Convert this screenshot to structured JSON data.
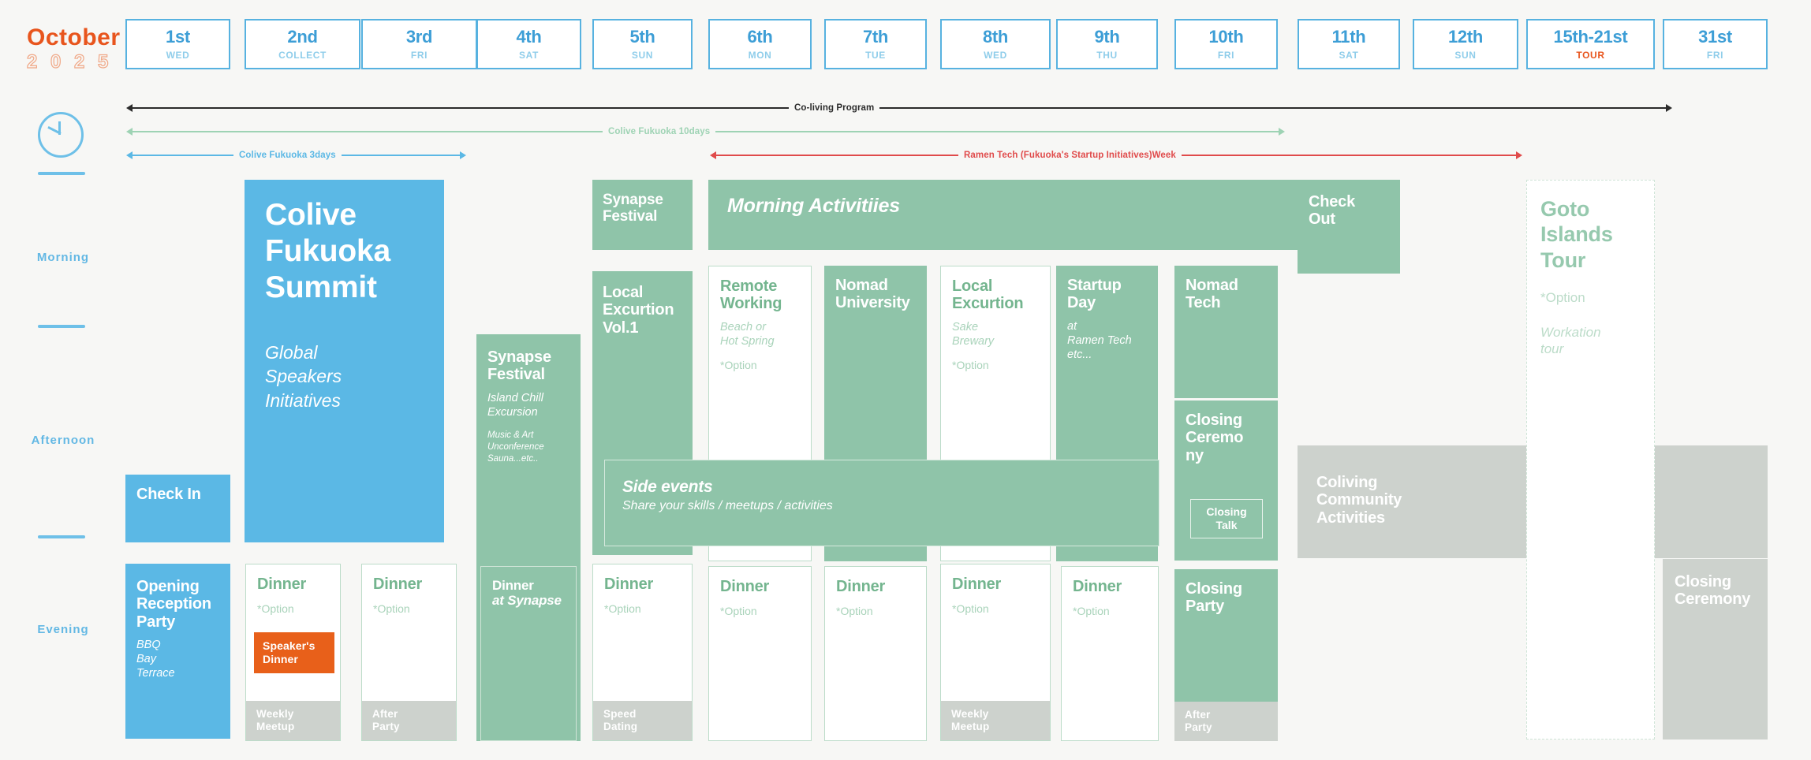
{
  "header": {
    "month": "October",
    "year": "2 0 2 5",
    "days": [
      {
        "num": "1st",
        "wd": "WED",
        "tour": false
      },
      {
        "num": "2nd",
        "wd": "COLLECT",
        "tour": false
      },
      {
        "num": "3rd",
        "wd": "FRI",
        "tour": false
      },
      {
        "num": "4th",
        "wd": "SAT",
        "tour": false
      },
      {
        "num": "5th",
        "wd": "SUN",
        "tour": false
      },
      {
        "num": "6th",
        "wd": "MON",
        "tour": false
      },
      {
        "num": "7th",
        "wd": "TUE",
        "tour": false
      },
      {
        "num": "8th",
        "wd": "WED",
        "tour": false
      },
      {
        "num": "9th",
        "wd": "THU",
        "tour": false
      },
      {
        "num": "10th",
        "wd": "FRI",
        "tour": false
      },
      {
        "num": "11th",
        "wd": "SAT",
        "tour": false
      },
      {
        "num": "12th",
        "wd": "SUN",
        "tour": false
      },
      {
        "num": "15th-21st",
        "wd": "TOUR",
        "tour": true
      },
      {
        "num": "31st",
        "wd": "FRI",
        "tour": false
      }
    ]
  },
  "timelines": [
    {
      "label": "Co-living Program",
      "color": "#2b2b2b"
    },
    {
      "label": "Colive Fukuoka 10days",
      "color": "#9ed3b4"
    },
    {
      "label": "Colive Fukuoka 3days",
      "color": "#5bb8e5"
    },
    {
      "label": "Ramen Tech (Fukuoka's Startup Initiatives)Week",
      "color": "#e04b4b"
    }
  ],
  "rail": {
    "icon": "clock-icon",
    "slots": [
      "Morning",
      "Afternoon",
      "Evening"
    ]
  },
  "blocks": {
    "check_in": {
      "title": "Check In"
    },
    "summit": {
      "title": "Colive\nFukuoka\nSummit",
      "sub": "Global\nSpeakers\nInitiatives"
    },
    "synapse_head": {
      "title": "Synapse\nFestival"
    },
    "synapse_main": {
      "title": "Synapse\nFestival",
      "sub": "Island Chill\nExcursion",
      "sub2": "Music & Art\nUnconference\nSauna...etc.."
    },
    "morning_activities": {
      "title": "Morning Activitiies"
    },
    "local_excursion_1": {
      "title": "Local\nExcurtion\nVol.1"
    },
    "remote_working": {
      "title": "Remote\nWorking",
      "sub": "Beach or\nHot Spring",
      "opt": "*Option"
    },
    "nomad_university": {
      "title": "Nomad\nUniversity"
    },
    "local_excursion_2": {
      "title": "Local\nExcurtion",
      "sub": "Sake\nBrewary",
      "opt": "*Option"
    },
    "startup_day": {
      "title": "Startup\nDay",
      "sub": "at\nRamen Tech\netc..."
    },
    "nomad_tech": {
      "title": "Nomad\nTech"
    },
    "closing_ceremony": {
      "title": "Closing\nCeremo\nny",
      "talk": "Closing\nTalk"
    },
    "side_events": {
      "title": "Side events",
      "sub": "Share your skills /  meetups / activities"
    },
    "check_out": {
      "title": "Check\nOut"
    },
    "goto_islands": {
      "title": "Goto\nIslands\nTour",
      "opt": "*Option",
      "sub": "Workation\ntour"
    },
    "coliving_community": {
      "title": "Coliving\nCommunity\nActivities"
    },
    "closing_ceremony_gray": {
      "title": "Closing\nCeremony"
    },
    "opening_party": {
      "title": "Opening\nReception\nParty",
      "sub": "BBQ\nBay\nTerrace"
    },
    "closing_party": {
      "title": "Closing\nParty"
    },
    "dinner_at_synapse": {
      "title": "Dinner",
      "sub": "at Synapse"
    },
    "speakers_dinner": {
      "label": "Speaker's\nDinner"
    },
    "dinner_label": "Dinner",
    "option_label": "*Option",
    "footers": {
      "weekly_meetup": "Weekly\nMeetup",
      "after_party": "After\nParty",
      "speed_dating": "Speed\nDating"
    }
  },
  "colors": {
    "blue": "#5bb8e5",
    "green": "#8fc4a9",
    "orange": "#e8551d",
    "gray": "#cdd2cd",
    "red": "#e04b4b",
    "bg": "#f7f7f5"
  }
}
